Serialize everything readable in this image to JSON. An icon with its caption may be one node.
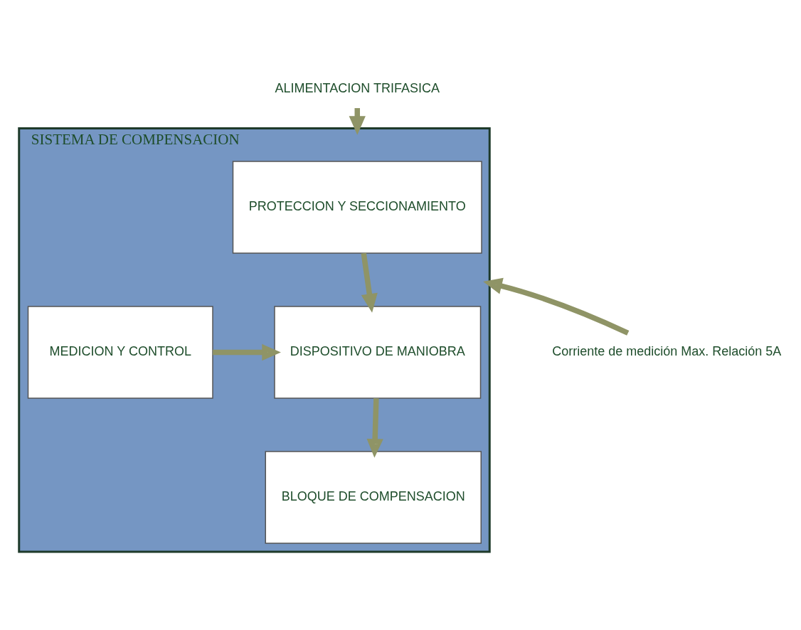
{
  "diagram": {
    "nodes": [
      {
        "text": [
          "ALIMENTACION TRIFASICA"
        ]
      },
      {
        "text": [
          "SISTEMA DE COMPENSACION"
        ]
      },
      {
        "text": [
          "Corriente de medición Max. Relación 5A"
        ]
      },
      {
        "text": [
          "MEDICION Y CONTROL"
        ],
        "in": 1
      },
      {
        "text": [
          "PROTECCION Y SECCIONAMIENTO"
        ],
        "in": 1
      },
      {
        "text": [
          "DISPOSITIVO DE MANIOBRA"
        ],
        "in": 1
      },
      {
        "text": [
          "BLOQUE DE COMPENSACION"
        ],
        "in": 1
      }
    ],
    "edges": [
      {
        "from": 0,
        "to": 1,
        "arrow": "to"
      },
      {
        "from": 2,
        "to": 1,
        "arrow": "to"
      },
      {
        "from": 3,
        "to": 5,
        "arrow": "to"
      },
      {
        "from": 4,
        "to": 5,
        "arrow": "to"
      },
      {
        "from": 5,
        "to": 6,
        "arrow": "to"
      }
    ]
  }
}
